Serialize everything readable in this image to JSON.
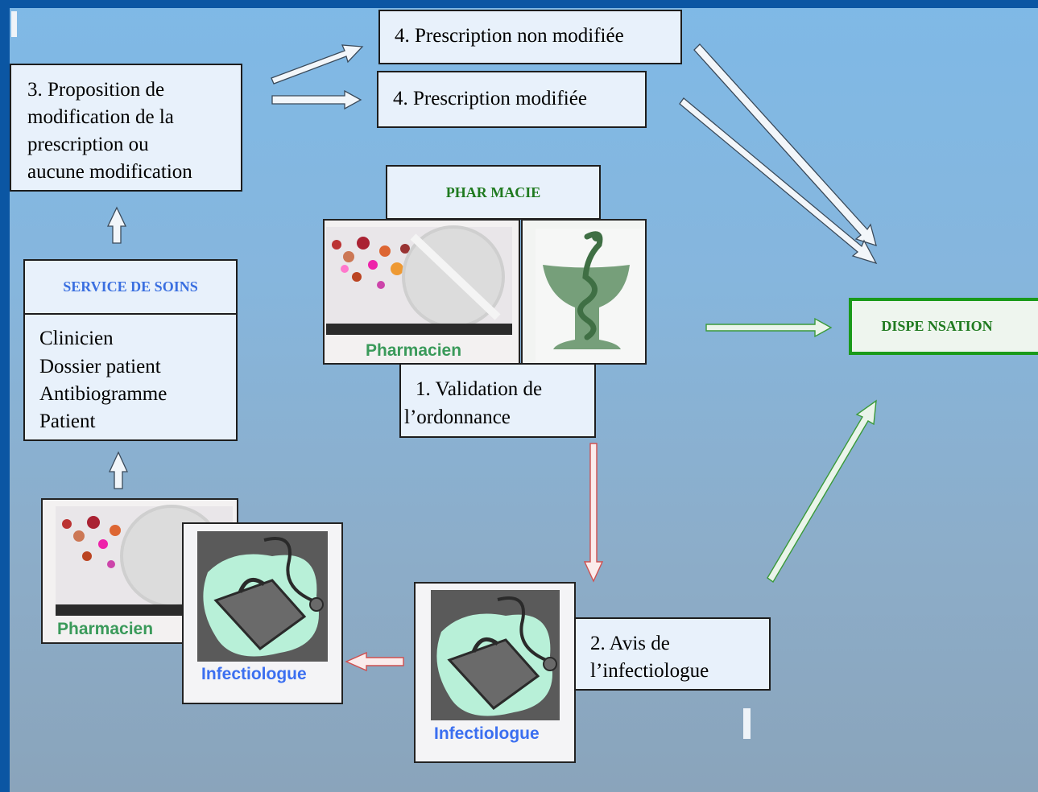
{
  "top": {
    "prescription_non_modifiee": "4. Prescription non modifiée",
    "prescription_modifiee": "4. Prescription modifiée"
  },
  "proposition": {
    "lines": [
      "3. Proposition de",
      "modification de la",
      "prescription ou",
      "aucune modification"
    ]
  },
  "pharmacie": {
    "header": "PHAR MACIE",
    "pharmacien_label": "Pharmacien"
  },
  "service": {
    "header": "SERVICE DE SOINS",
    "items": [
      "Clinicien",
      "Dossier patient",
      "Antibiogramme",
      "Patient"
    ]
  },
  "validation": {
    "lines": [
      "1. Validation de",
      "l’ordonnance"
    ]
  },
  "dispensation": {
    "label": "DISPE NSATION"
  },
  "avis": {
    "lines": [
      "2. Avis de",
      "l’infectiologue"
    ],
    "infectiologue_label": "Infectiologue"
  },
  "bottom_left": {
    "pharmacien_label": "Pharmacien",
    "infectiologue_label": "Infectiologue"
  },
  "colors": {
    "frame": "#0b56a3",
    "pharmacie_green": "#1f7a1f",
    "pharmacien_green": "#3a9a5a",
    "service_blue": "#3a6fe0",
    "infectiologue_blue": "#3b6ff0",
    "dispensation_border": "#1a9a1a",
    "arrow_red": "#d05050",
    "arrow_green": "#3a9a3a"
  }
}
